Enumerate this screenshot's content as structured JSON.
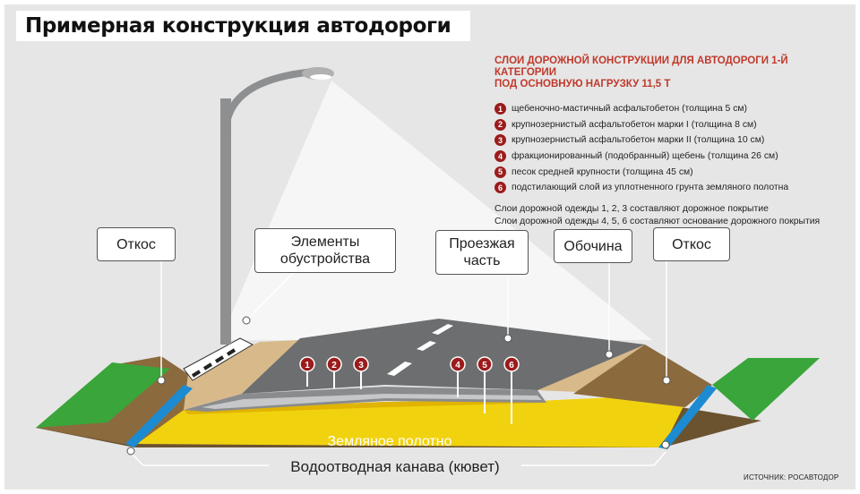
{
  "title": "Примерная конструкция автодороги",
  "info": {
    "heading_line1": "СЛОИ ДОРОЖНОЙ КОНСТРУКЦИИ ДЛЯ АВТОДОРОГИ 1-Й КАТЕГОРИИ",
    "heading_line2": "ПОД ОСНОВНУЮ НАГРУЗКУ 11,5 Т",
    "layers": [
      {
        "num": "1",
        "text": "щебеночно-мастичный асфальтобетон (толщина 5 см)"
      },
      {
        "num": "2",
        "text": "крупнозернистый асфальтобетон марки I (толщина 8 см)"
      },
      {
        "num": "3",
        "text": "крупнозернистый асфальтобетон марки II (толщина 10 см)"
      },
      {
        "num": "4",
        "text": "фракционированный (подобранный) щебень (толщина 26 см)"
      },
      {
        "num": "5",
        "text": "песок средней крупности (толщина 45 см)"
      },
      {
        "num": "6",
        "text": "подстилающий слой из уплотненного грунта земляного полотна"
      }
    ],
    "note1": "Слои дорожной одежды 1, 2, 3 составляют дорожное покрытие",
    "note2": "Слои дорожной одежды 4, 5, 6 составляют основание дорожного покрытия"
  },
  "labels": {
    "slope_left": "Откос",
    "elements_line1": "Элементы",
    "elements_line2": "обустройства",
    "carriageway_line1": "Проезжая",
    "carriageway_line2": "часть",
    "shoulder": "Обочина",
    "slope_right": "Откос",
    "subgrade": "Земляное полотно",
    "ditch": "Водоотводная канава (кювет)"
  },
  "markers": [
    "1",
    "2",
    "3",
    "4",
    "5",
    "6"
  ],
  "source": "ИСТОЧНИК: РОСАВТОДОР",
  "colors": {
    "asphalt": "#6d6e70",
    "sand": "#f1d20f",
    "soil": "#6b5330",
    "shoulder": "#d8b98a",
    "grass": "#3aa53a",
    "water": "#1d8bd1",
    "marker": "#9b1c1c",
    "heading": "#c0392b"
  }
}
